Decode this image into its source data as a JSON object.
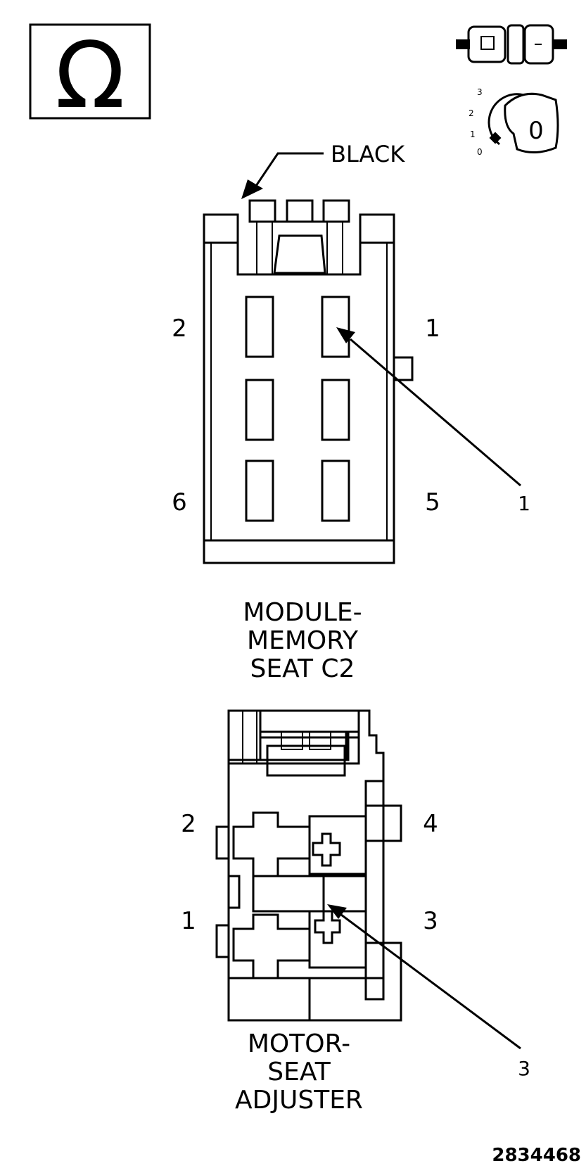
{
  "ohm_symbol": "Ω",
  "key_positions": [
    "3",
    "2",
    "1",
    "0"
  ],
  "key_label": "0",
  "connector_c2": {
    "color_label": "BLACK",
    "pins": {
      "p2": "2",
      "p1": "1",
      "p6": "6",
      "p5": "5"
    },
    "callout": "1",
    "title_line1": "MODULE-",
    "title_line2": "MEMORY",
    "title_line3": "SEAT C2"
  },
  "connector_motor": {
    "pins": {
      "p2": "2",
      "p4": "4",
      "p1": "1",
      "p3": "3"
    },
    "callout": "3",
    "title_line1": "MOTOR-",
    "title_line2": "SEAT",
    "title_line3": "ADJUSTER"
  },
  "figure_id": "2834468"
}
